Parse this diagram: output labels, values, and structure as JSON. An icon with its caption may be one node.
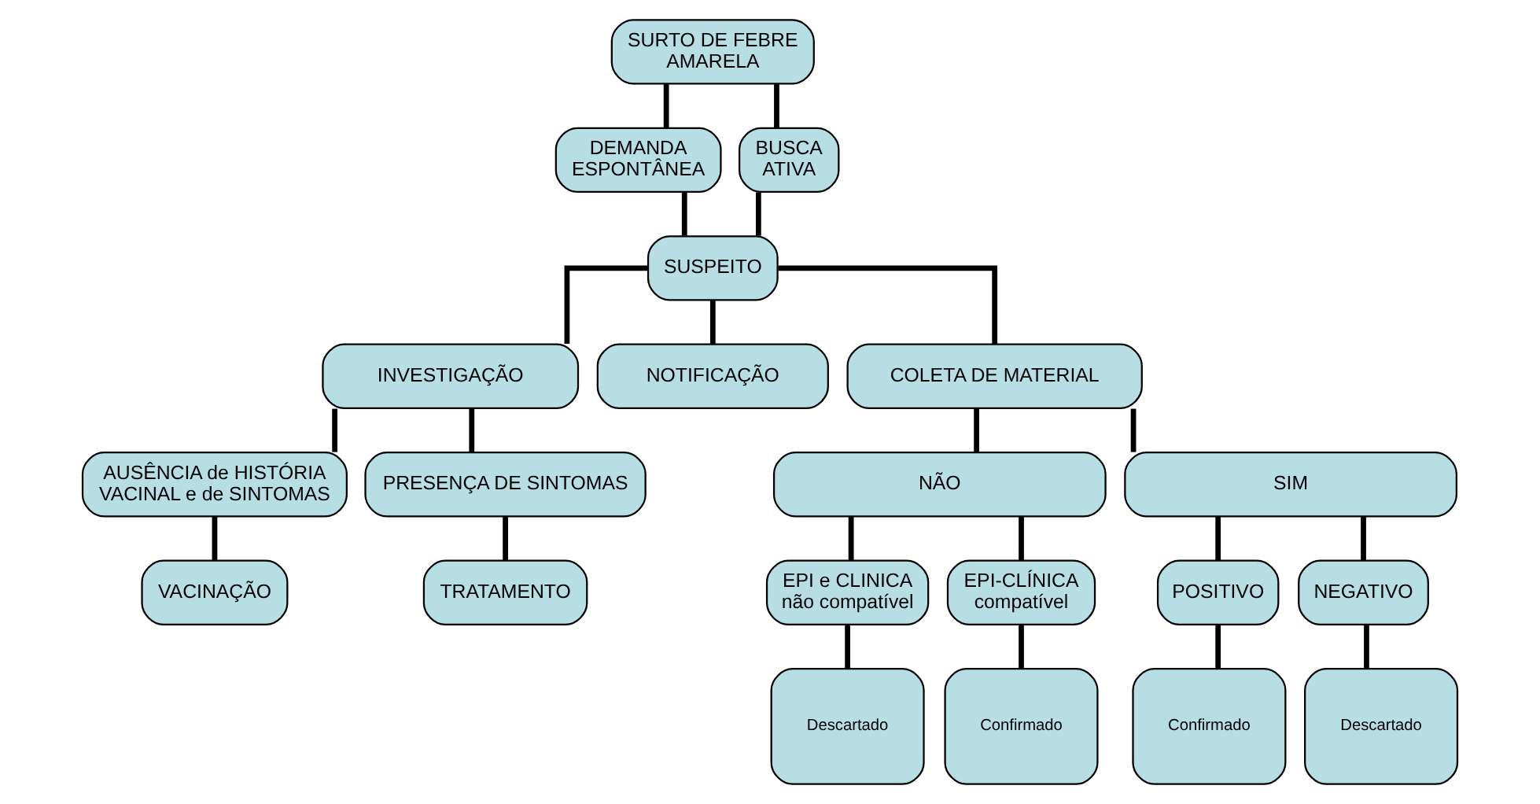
{
  "diagram": {
    "nodes": [
      {
        "text": [
          "SURTO DE FEBRE AMARELA"
        ]
      },
      {
        "text": [
          "DEMANDA ESPONTÂNEA"
        ]
      },
      {
        "text": [
          "BUSCA ATIVA"
        ]
      },
      {
        "text": [
          "SUSPEITO"
        ]
      },
      {
        "text": [
          "INVESTIGAÇÃO"
        ]
      },
      {
        "text": [
          "NOTIFICAÇÃO"
        ]
      },
      {
        "text": [
          "COLETA DE MATERIAL"
        ]
      },
      {
        "text": [
          "AUSÊNCIA de HISTÓRIA VACINAL e de SINTOMAS"
        ]
      },
      {
        "text": [
          "PRESENÇA DE SINTOMAS"
        ]
      },
      {
        "text": [
          "NÃO"
        ]
      },
      {
        "text": [
          "SIM"
        ]
      },
      {
        "text": [
          "VACINAÇÃO"
        ]
      },
      {
        "text": [
          "TRATAMENTO"
        ]
      },
      {
        "text": [
          "EPI e CLINICA não compatível"
        ]
      },
      {
        "text": [
          "EPI-CLÍNICA compatível"
        ]
      },
      {
        "text": [
          "POSITIVO"
        ]
      },
      {
        "text": [
          "NEGATIVO"
        ]
      },
      {
        "text": [
          "Descartado"
        ]
      },
      {
        "text": [
          "Confirmado"
        ]
      },
      {
        "text": [
          "Confirmado"
        ]
      },
      {
        "text": [
          "Descartado"
        ]
      }
    ],
    "edges": [
      {
        "from": 0,
        "to": 1,
        "arrow": "none"
      },
      {
        "from": 0,
        "to": 2,
        "arrow": "none"
      },
      {
        "from": 1,
        "to": 3,
        "arrow": "none"
      },
      {
        "from": 2,
        "to": 3,
        "arrow": "none"
      },
      {
        "from": 3,
        "to": 4,
        "arrow": "none"
      },
      {
        "from": 3,
        "to": 5,
        "arrow": "none"
      },
      {
        "from": 3,
        "to": 6,
        "arrow": "none"
      },
      {
        "from": 4,
        "to": 7,
        "arrow": "none"
      },
      {
        "from": 4,
        "to": 8,
        "arrow": "none"
      },
      {
        "from": 6,
        "to": 9,
        "arrow": "none"
      },
      {
        "from": 6,
        "to": 10,
        "arrow": "none"
      },
      {
        "from": 7,
        "to": 11,
        "arrow": "none"
      },
      {
        "from": 8,
        "to": 12,
        "arrow": "none"
      },
      {
        "from": 9,
        "to": 13,
        "arrow": "none"
      },
      {
        "from": 9,
        "to": 14,
        "arrow": "none"
      },
      {
        "from": 10,
        "to": 15,
        "arrow": "none"
      },
      {
        "from": 10,
        "to": 16,
        "arrow": "none"
      },
      {
        "from": 13,
        "to": 17,
        "arrow": "none"
      },
      {
        "from": 14,
        "to": 18,
        "arrow": "none"
      },
      {
        "from": 15,
        "to": 19,
        "arrow": "none"
      },
      {
        "from": 16,
        "to": 20,
        "arrow": "none"
      }
    ]
  }
}
